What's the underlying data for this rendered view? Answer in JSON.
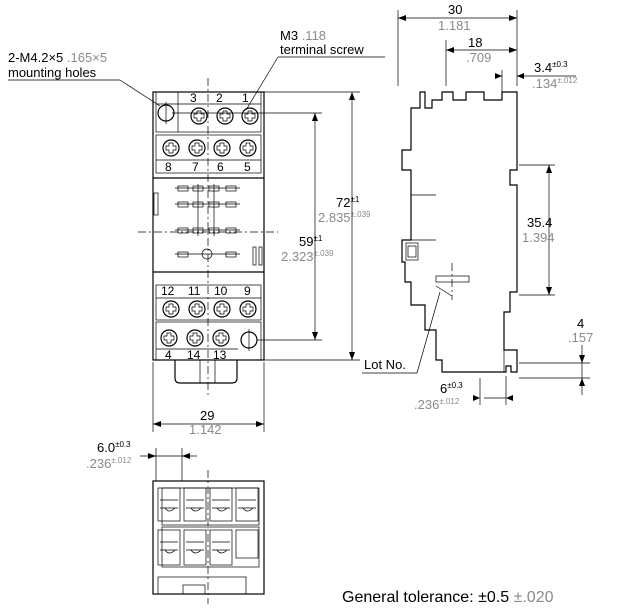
{
  "labels": {
    "mounting_holes_1": "2-M4.2×5",
    "mounting_holes_1_inch": ".165×5",
    "mounting_holes_2": "mounting holes",
    "terminal_screw_1": "M3",
    "terminal_screw_1_inch": ".118",
    "terminal_screw_2": "terminal screw",
    "lot_no": "Lot No.",
    "general_tolerance": "General tolerance:",
    "general_tolerance_mm": "±0.5",
    "general_tolerance_inch": "±.020"
  },
  "dimensions": {
    "height_total": {
      "mm": "72",
      "mm_tol": "±1",
      "inch": "2.835",
      "inch_tol": "±.039"
    },
    "hole_pitch": {
      "mm": "59",
      "mm_tol": "±1",
      "inch": "2.323",
      "inch_tol": "±.039"
    },
    "width_front": {
      "mm": "29",
      "inch": "1.142"
    },
    "depth_total": {
      "mm": "30",
      "inch": "1.181"
    },
    "depth_18": {
      "mm": "18",
      "inch": ".709"
    },
    "offset_34": {
      "mm": "3.4",
      "mm_tol": "±0.3",
      "inch": ".134",
      "inch_tol": "±.012"
    },
    "rail_354": {
      "mm": "35.4",
      "inch": "1.394"
    },
    "step_4": {
      "mm": "4",
      "inch": ".157"
    },
    "bottom_6": {
      "mm": "6",
      "mm_tol": "±0.3",
      "inch": ".236",
      "inch_tol": "±.012"
    },
    "pitch_60": {
      "mm": "6.0",
      "mm_tol": "±0.3",
      "inch": ".236",
      "inch_tol": "±.012"
    }
  },
  "terminals": {
    "top_row": [
      "3",
      "2",
      "1"
    ],
    "second_row": [
      "8",
      "7",
      "6",
      "5"
    ],
    "third_row": [
      "12",
      "11",
      "10",
      "9"
    ],
    "bottom_row": [
      "4",
      "14",
      "13"
    ]
  }
}
